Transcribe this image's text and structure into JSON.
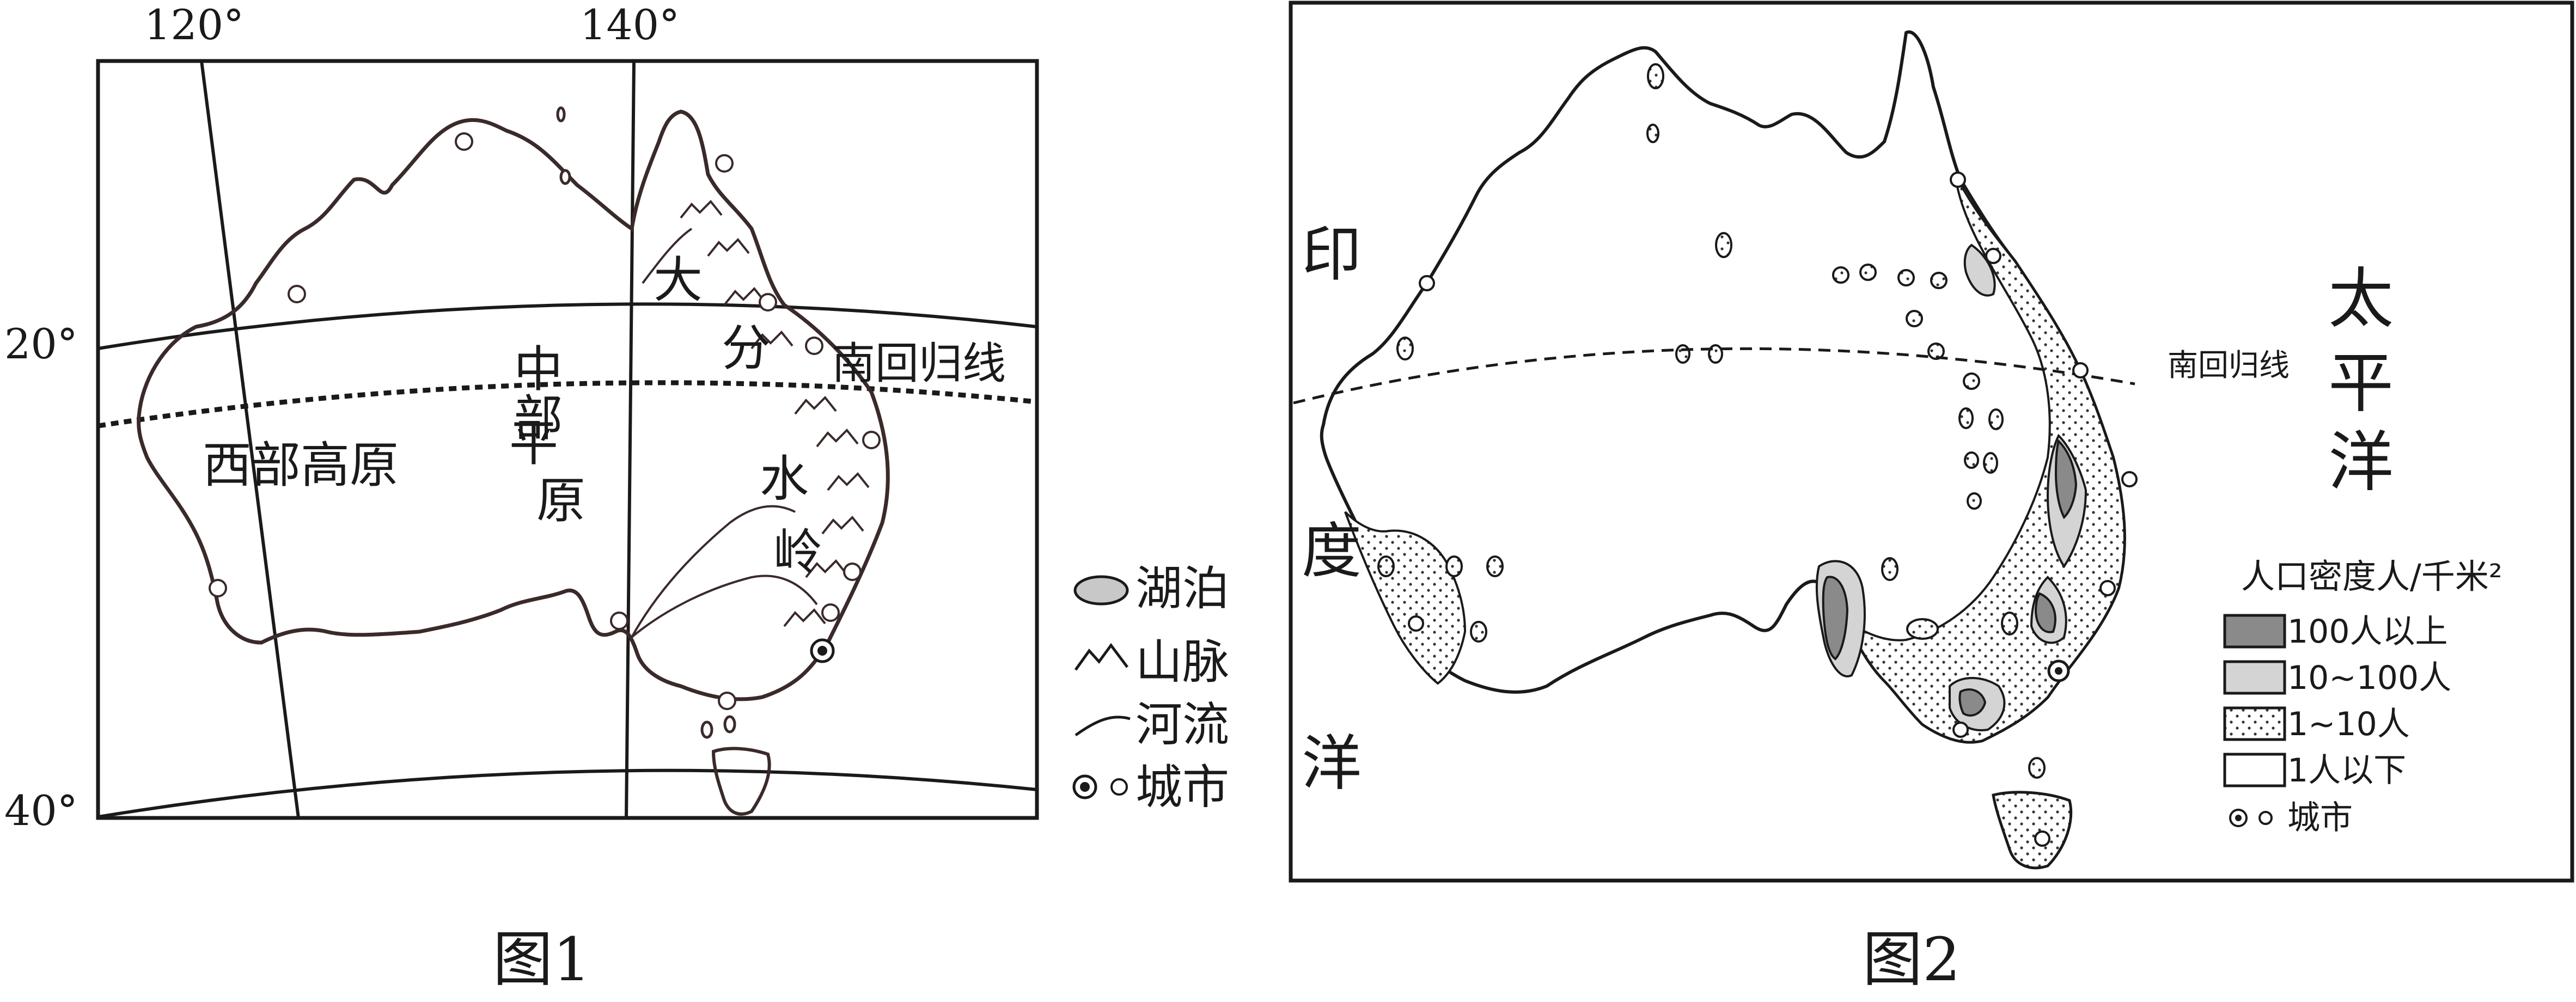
{
  "figure1": {
    "caption": "图1",
    "lon_labels": [
      "120°",
      "140°"
    ],
    "lat_labels": [
      "20°",
      "40°"
    ],
    "regions": [
      "西部高原",
      "中部",
      "平",
      "原"
    ],
    "mountain_chars": [
      "大",
      "分",
      "水",
      "岭"
    ],
    "tropic": "南回归线",
    "legend": [
      {
        "symbol": "lake-icon",
        "label": "湖泊"
      },
      {
        "symbol": "mountain-icon",
        "label": "山脉"
      },
      {
        "symbol": "river-icon",
        "label": "河流"
      },
      {
        "symbol": "city-icon",
        "label": "城市"
      }
    ]
  },
  "figure2": {
    "caption": "图2",
    "ocean_west": [
      "印",
      "度",
      "洋"
    ],
    "ocean_east": [
      "太",
      "平",
      "洋"
    ],
    "tropic": "南回归线",
    "legend_title": "人口密度人/千米²",
    "legend": [
      {
        "label": "100人以上",
        "fill": "#8a8a8a"
      },
      {
        "label": "10~100人",
        "fill": "#d4d4d4"
      },
      {
        "label": "1~10人",
        "fill": "dots"
      },
      {
        "label": "1人以下",
        "fill": "#ffffff"
      },
      {
        "label": "城市",
        "fill": "city"
      }
    ]
  },
  "colors": {
    "coast": "#3a2a2a",
    "line": "#1a1a1a",
    "dark": "#8a8a8a",
    "light": "#d4d4d4"
  }
}
